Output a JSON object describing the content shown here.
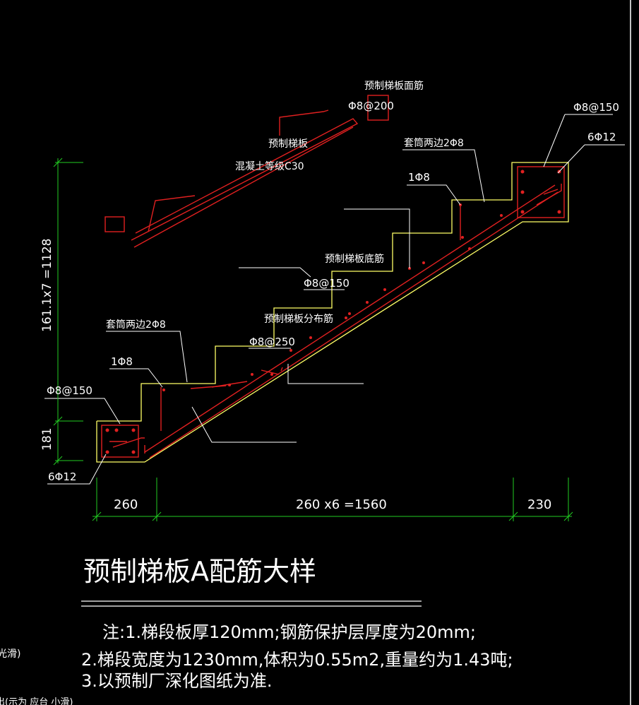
{
  "drawing": {
    "labels": {
      "top_bar_name": "预制梯板面筋",
      "top_bar_spec": "Φ8@200",
      "slab_name": "预制梯板",
      "concrete_grade": "混凝土等级C30",
      "right_stirrup": "Φ8@150",
      "right_long_bars": "6Φ12",
      "right_edge_bars": "套筒两边2Φ8",
      "right_single_bar": "1Φ8",
      "bottom_bar_name": "预制梯板底筋",
      "bottom_bar_spec": "Φ8@150",
      "dist_bar_name": "预制梯板分布筋",
      "dist_bar_spec": "Φ8@250",
      "left_edge_bars": "套筒两边2Φ8",
      "left_single_bar": "1Φ8",
      "left_stirrup": "Φ8@150",
      "left_long_bars": "6Φ12"
    },
    "dimensions": {
      "height_total": "161.1x7 =1128",
      "height_step": "181",
      "width_left": "260",
      "width_mid": "260 x6 =1560",
      "width_right": "230"
    },
    "title": "预制梯板A配筋大样",
    "notes": [
      "注:1.梯段板厚120mm;钢筋保护层厚度为20mm;",
      "2.梯段宽度为1230mm,体积为0.55m2,重量约为1.43吨;",
      "3.以预制厂深化图纸为准."
    ],
    "edge_fragments": [
      "光滑)",
      "出(示为  应台  小滑)"
    ]
  },
  "colors": {
    "background": "#000000",
    "outline": "#ffff66",
    "rebar": "#e02020",
    "dimension": "#22cc22",
    "text": "#ffffff"
  }
}
